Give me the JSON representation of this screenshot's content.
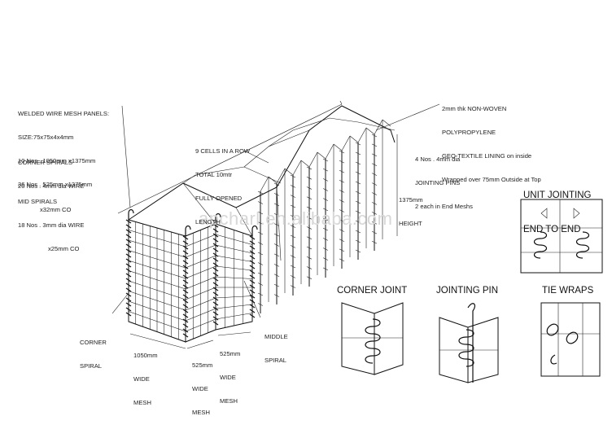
{
  "notes": {
    "panels": [
      "WELDED WIRE MESH PANELS:",
      "SIZE:75x75x4x4mm",
      "10 Nos . 1050mm x1375mm",
      "36 Nos . 525mm x1375mm"
    ],
    "corner_spirals": [
      "CORNER SPIRALS",
      "20 Nos . 4mm dia WIRE",
      "x32mm CO"
    ],
    "mid_spirals": [
      "MID SPIRALS",
      "18 Nos . 3mm dia WIRE",
      "x25mm CO"
    ],
    "cells": [
      "9 CELLS IN A ROW",
      "TOTAL 10mtr",
      "FULLY OPENED",
      "LENGTH"
    ],
    "lining": [
      "2mm thk NON-WOVEN",
      "POLYPROPYLENE",
      "GEO-TEXTILE LINING on inside",
      "Wrapped over 75mm Outside at Top"
    ],
    "pins": [
      "4 Nos . 4mm dia",
      "JOINTING PINS",
      "2 each in End Meshs"
    ],
    "height": [
      "1375mm",
      "HEIGHT"
    ],
    "corner_spiral_label": [
      "CORNER",
      "SPIRAL"
    ],
    "wide_1050": [
      "1050mm",
      "WIDE",
      "MESH"
    ],
    "wide_525a": [
      "525mm",
      "WIDE",
      "MESH"
    ],
    "wide_525b": [
      "525mm",
      "WIDE",
      "MESH"
    ],
    "middle_spiral": [
      "MIDDLE",
      "SPIRAL"
    ]
  },
  "details": {
    "unit_jointing": [
      "UNIT JOINTING",
      "END TO END"
    ],
    "corner_joint": "CORNER JOINT",
    "jointing_pin": "JOINTING PIN",
    "tie_wraps": "TIE WRAPS"
  },
  "watermark": "apcharl.en.alibaba.com"
}
